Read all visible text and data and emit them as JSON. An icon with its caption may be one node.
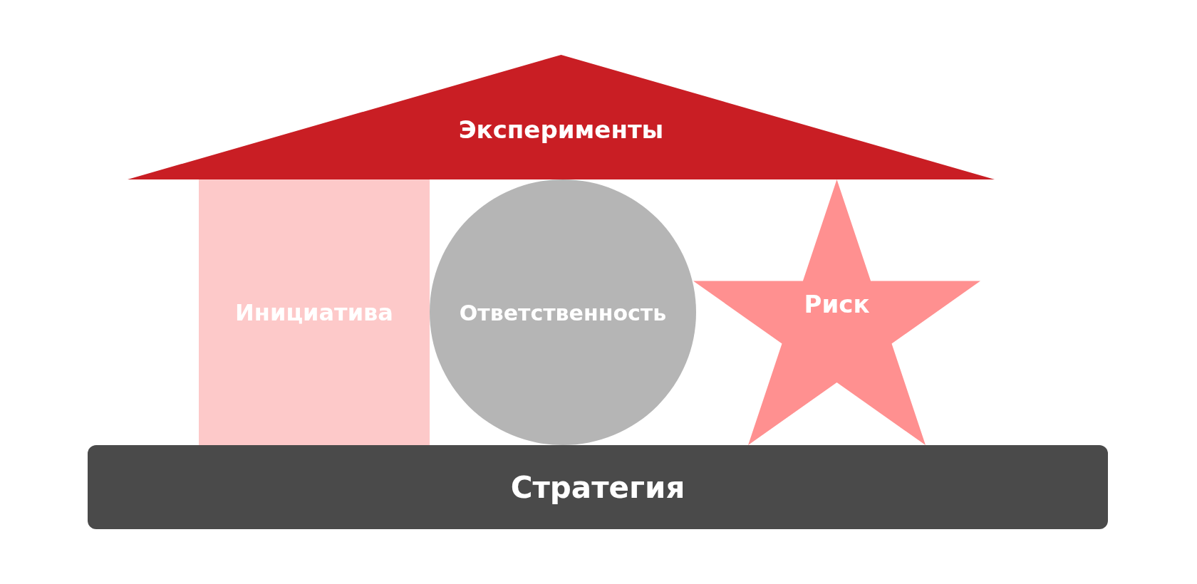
{
  "diagram": {
    "nodes": [
      {
        "text": [
          "Эксперименты"
        ]
      },
      {
        "text": [
          "Инициатива"
        ]
      },
      {
        "text": [
          "Ответственность"
        ]
      },
      {
        "text": [
          "Риск"
        ]
      },
      {
        "text": [
          "Стратегия"
        ]
      }
    ]
  }
}
